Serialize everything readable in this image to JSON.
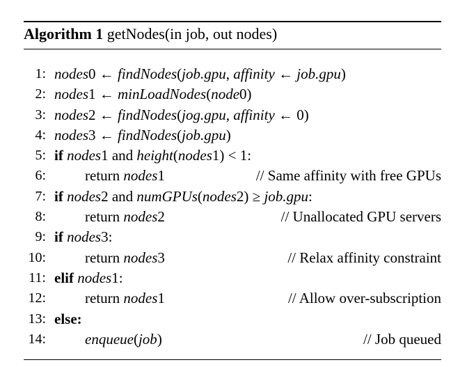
{
  "algorithm": {
    "label": "Algorithm 1",
    "signature": "getNodes(in job, out nodes)"
  },
  "lines": [
    {
      "num": "1:",
      "code": "nodes0 ← findNodes(job.gpu, affinity ← job.gpu)",
      "comment": ""
    },
    {
      "num": "2:",
      "code": "nodes1 ← minLoadNodes(node0)",
      "comment": ""
    },
    {
      "num": "3:",
      "code": "nodes2 ← findNodes(jog.gpu, affinity ← 0)",
      "comment": ""
    },
    {
      "num": "4:",
      "code": "nodes3 ← findNodes(job.gpu)",
      "comment": ""
    },
    {
      "num": "5:",
      "kw": "if",
      "code": "nodes1 and height(nodes1) < 1:",
      "comment": ""
    },
    {
      "num": "6:",
      "code": "return nodes1",
      "comment": "// Same affinity with free GPUs"
    },
    {
      "num": "7:",
      "kw": "if",
      "code": "nodes2 and numGPUs(nodes2) ≥ job.gpu:",
      "comment": ""
    },
    {
      "num": "8:",
      "code": "return nodes2",
      "comment": "// Unallocated GPU servers"
    },
    {
      "num": "9:",
      "kw": "if",
      "code": "nodes3:",
      "comment": ""
    },
    {
      "num": "10:",
      "code": "return nodes3",
      "comment": "// Relax affinity constraint"
    },
    {
      "num": "11:",
      "kw": "elif",
      "code": "nodes1:",
      "comment": ""
    },
    {
      "num": "12:",
      "code": "return nodes1",
      "comment": "// Allow over-subscription"
    },
    {
      "num": "13:",
      "kw": "else:",
      "code": "",
      "comment": ""
    },
    {
      "num": "14:",
      "code": "enqueue(job)",
      "comment": "// Job queued"
    }
  ]
}
